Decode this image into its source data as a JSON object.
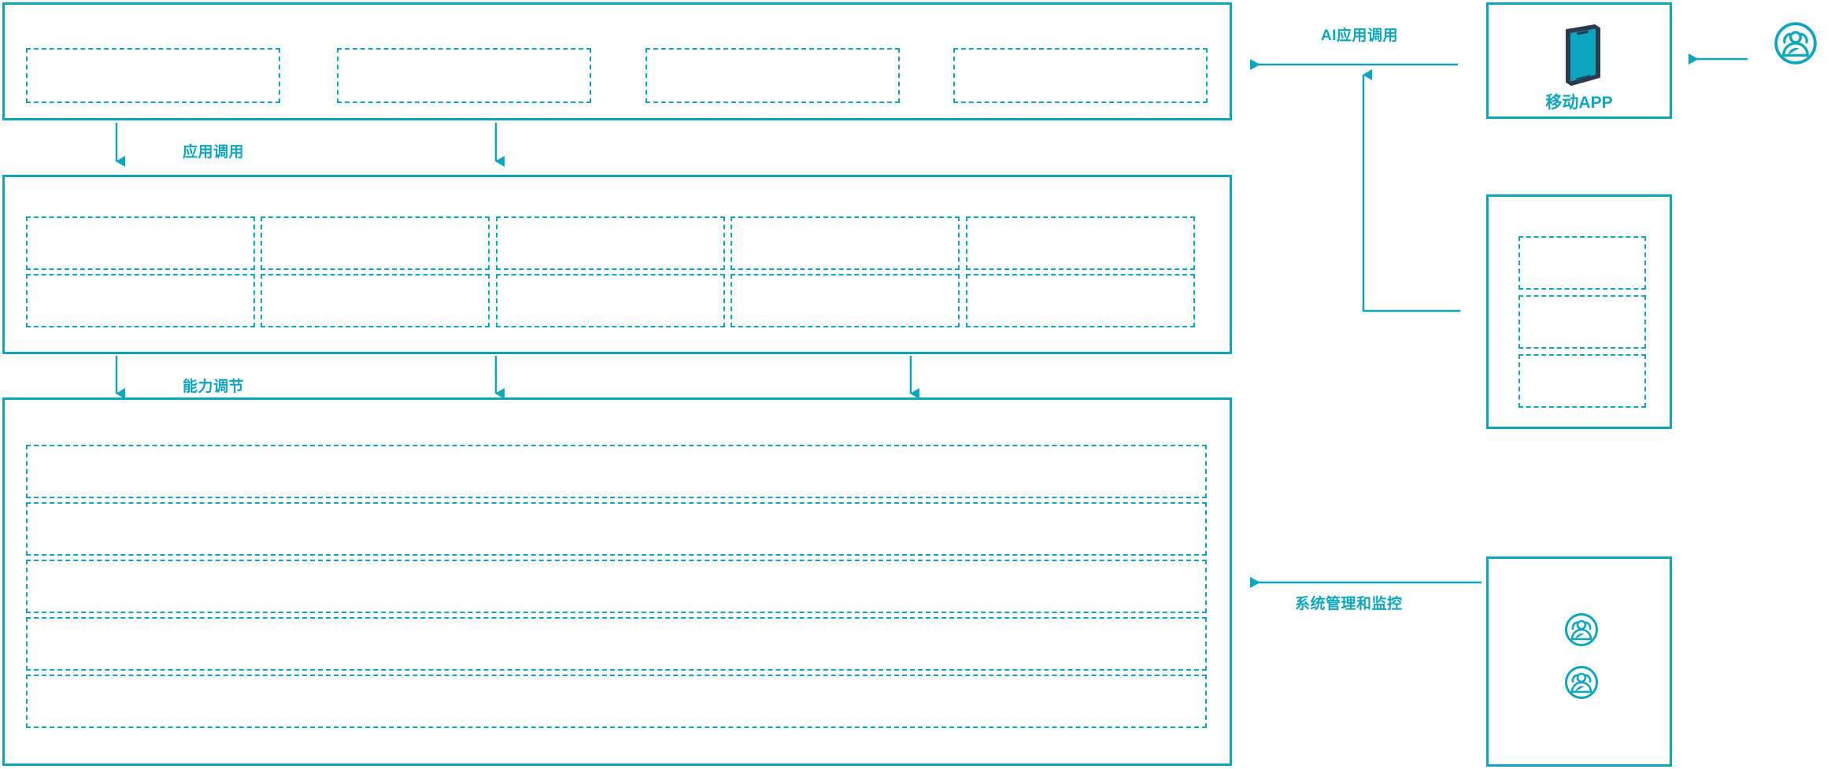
{
  "theme": {
    "accent": "#0CA6BE",
    "phone_frame": "#2B3A4F",
    "phone_screen": "#0CA6BE",
    "background": "#FFFFFF"
  },
  "architecture": {
    "layers": [
      {
        "name": "application-layer",
        "slots": [
          {
            "label": ""
          },
          {
            "label": ""
          },
          {
            "label": ""
          },
          {
            "label": ""
          }
        ]
      },
      {
        "name": "capability-layer",
        "slots_row_1": [
          {
            "label": ""
          },
          {
            "label": ""
          },
          {
            "label": ""
          },
          {
            "label": ""
          },
          {
            "label": ""
          }
        ],
        "slots_row_2": [
          {
            "label": ""
          },
          {
            "label": ""
          },
          {
            "label": ""
          },
          {
            "label": ""
          },
          {
            "label": ""
          }
        ]
      },
      {
        "name": "infrastructure-layer",
        "slots": [
          {
            "label": ""
          },
          {
            "label": ""
          },
          {
            "label": ""
          },
          {
            "label": ""
          },
          {
            "label": ""
          }
        ]
      }
    ]
  },
  "connectors": {
    "app_invoke": "应用调用",
    "capability_adjust": "能力调节",
    "ai_app_invoke": "AI应用调用",
    "system_manage_monitor": "系统管理和监控"
  },
  "side_panels": {
    "mobile_app": {
      "caption": "移动APP",
      "icon": "smartphone-icon"
    },
    "middle_panel": {
      "slots": [
        {
          "label": ""
        },
        {
          "label": ""
        },
        {
          "label": ""
        }
      ]
    },
    "operations_panel": {
      "icons": [
        {
          "name": "user-group-icon"
        },
        {
          "name": "user-group-icon"
        }
      ]
    }
  },
  "actors": {
    "external_user": {
      "icon": "user-group-icon"
    }
  }
}
